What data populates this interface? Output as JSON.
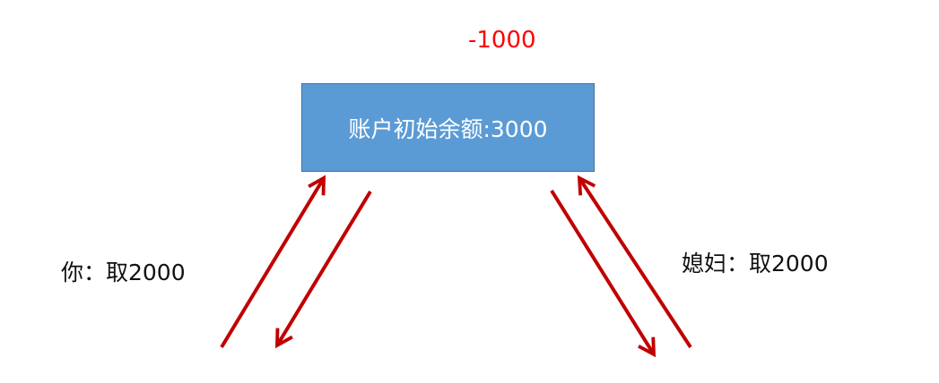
{
  "account_box": {
    "label": "账户初始余额:3000"
  },
  "change_label": "-1000",
  "actors": [
    {
      "label": "你：取2000"
    },
    {
      "label": "媳妇：取2000"
    }
  ],
  "colors": {
    "box": "#5b9bd5",
    "arrow": "#c00000",
    "change": "#ff0000"
  }
}
